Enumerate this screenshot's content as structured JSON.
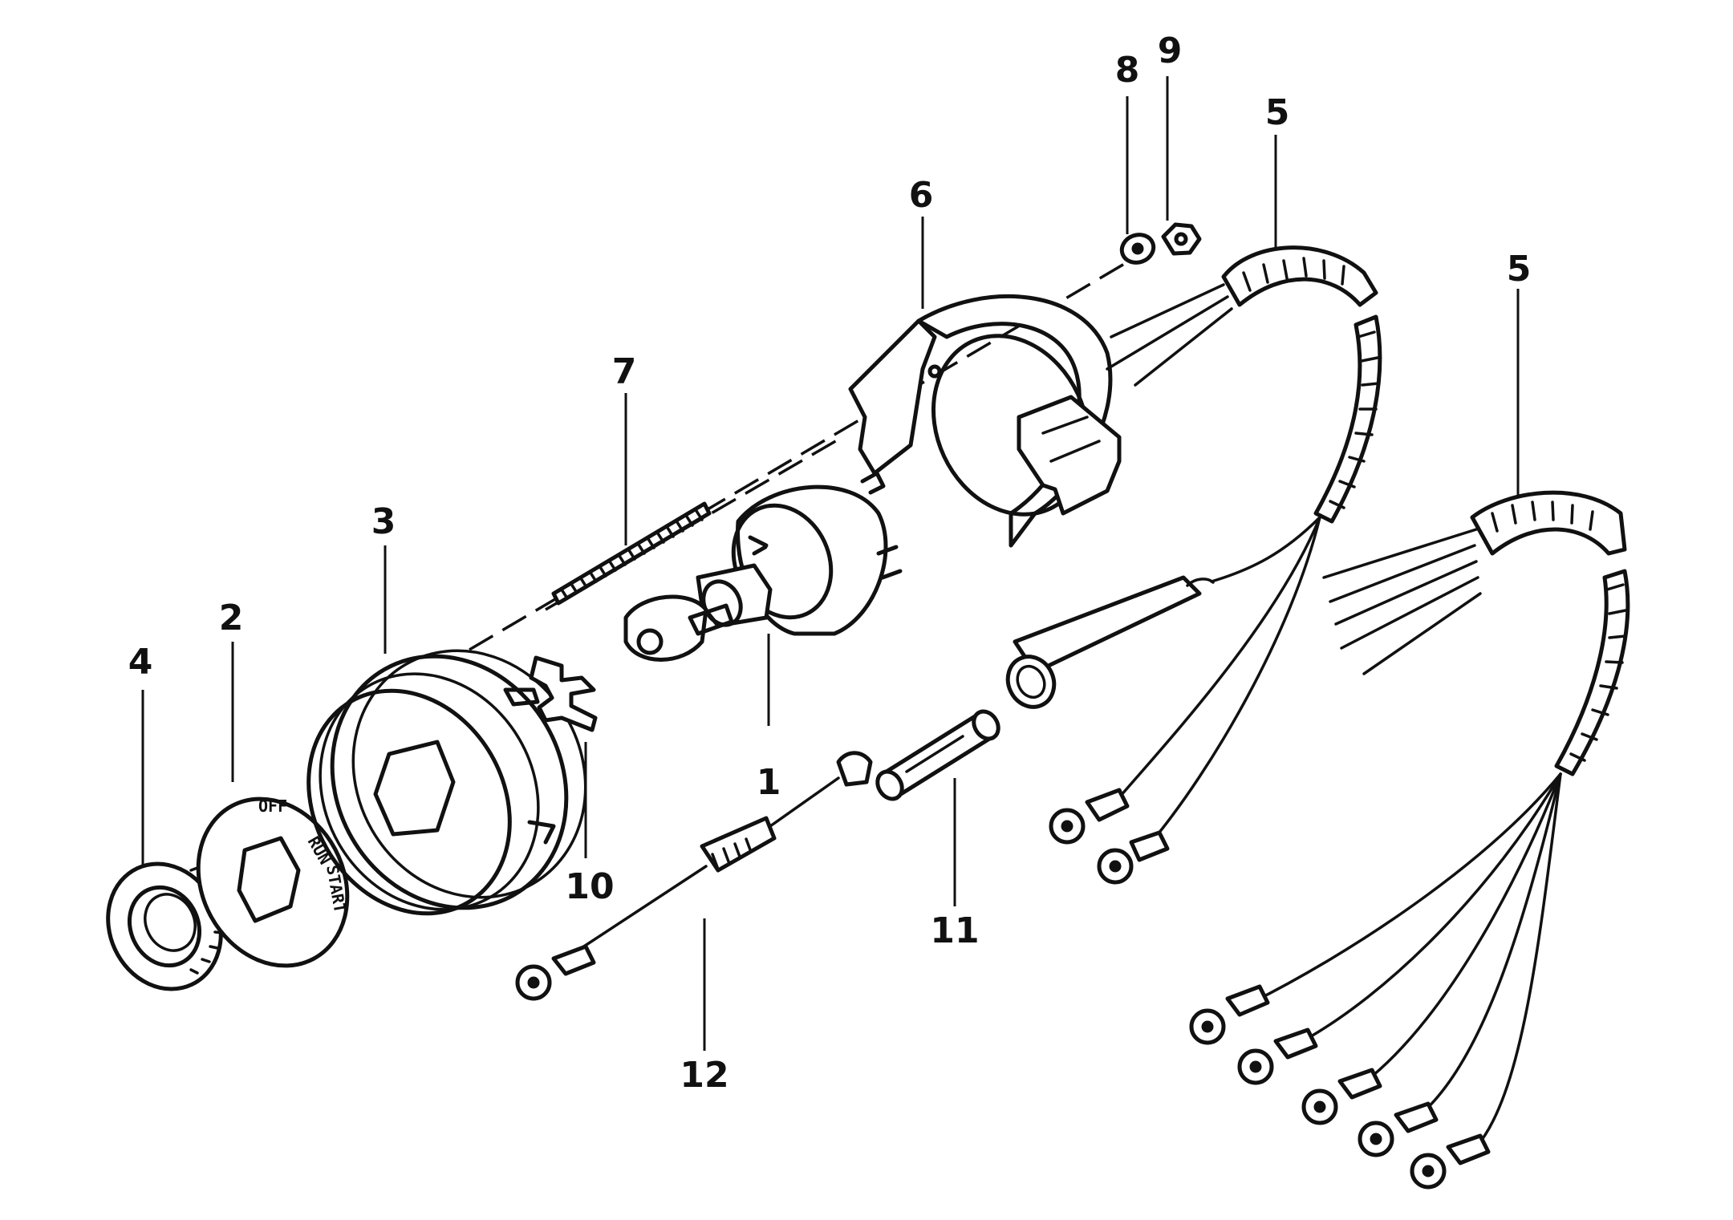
{
  "callouts": [
    "1",
    "2",
    "3",
    "4",
    "5",
    "5",
    "6",
    "7",
    "8",
    "9",
    "10",
    "11",
    "12"
  ],
  "dial_plate": {
    "off": "OFF",
    "run": "RUN",
    "start": "START"
  }
}
